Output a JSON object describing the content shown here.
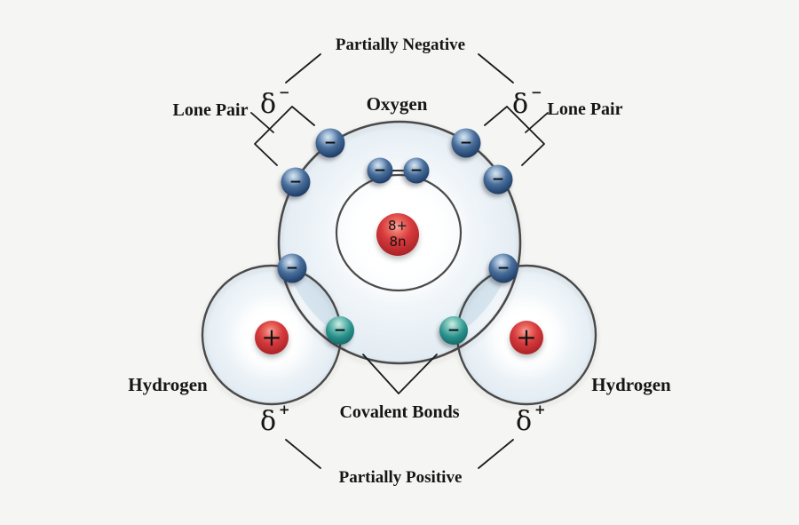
{
  "palette": {
    "background": "#f5f5f3",
    "atom_fill": "#e2ecf3",
    "shell_outline": "#4a4a4a",
    "electron_blue": "#2d4f7c",
    "electron_teal": "#1d8a85",
    "nucleus_red": "#c1272d",
    "text": "#161616"
  },
  "labels": {
    "partially_negative": "Partially Negative",
    "partially_positive": "Partially Positive",
    "lone_pair": "Lone Pair",
    "covalent_bonds": "Covalent Bonds"
  },
  "symbols": {
    "delta": "δ",
    "superscript_minus": "−",
    "superscript_plus": "+",
    "electron_charge": "−"
  },
  "oxygen_atom": {
    "label": "Oxygen",
    "nucleus_protons": "8+",
    "nucleus_neutrons": "8n",
    "inner_shell_electrons": 2,
    "outer_shell_electrons": 6,
    "lone_pairs": 2
  },
  "hydrogen_atoms": {
    "label": "Hydrogen",
    "count": 2,
    "nucleus_charge": "+",
    "electrons_each": 1
  },
  "bonds": {
    "covalent_bond_count": 2,
    "shared_electron_count": 2
  }
}
